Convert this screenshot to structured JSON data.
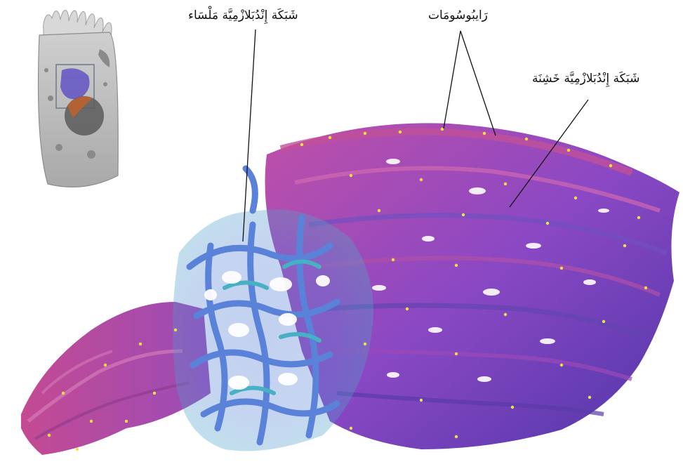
{
  "labels": {
    "smooth_er": "شَبَكَة إِنْدُبَلازْمِيَّة مَلْسَاء",
    "ribosomes": "رَايبُوسُومَات",
    "rough_er": "شَبَكَة إِنْدُبَلازْمِيَّة خَشِنَة"
  },
  "colors": {
    "rough_er_magenta": "#b0459e",
    "rough_er_violet": "#6e4bc6",
    "rough_er_dark": "#4a2f9a",
    "smooth_er_blue": "#5a7fd6",
    "smooth_er_teal": "#4fb7c2",
    "ribosome_dot": "#f2e24a",
    "cell_gray": "#b8b8b8",
    "leader_line": "#111111"
  },
  "icons": {
    "cell_thumbnail": "cell-inset-illustration"
  }
}
